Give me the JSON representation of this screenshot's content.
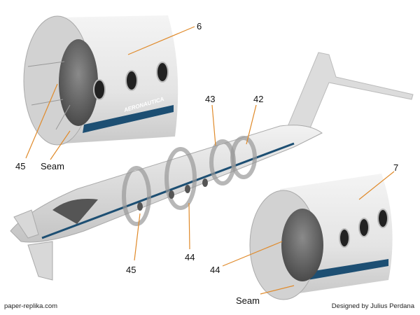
{
  "labels": {
    "part_6": "6",
    "part_45_top": "45",
    "seam_top": "Seam",
    "part_43": "43",
    "part_42": "42",
    "part_7": "7",
    "part_45_bottom": "45",
    "part_44_center": "44",
    "part_44_right": "44",
    "seam_bottom": "Seam"
  },
  "livery_text": "AERONAUTICA",
  "footer": {
    "website": "paper-replika.com",
    "credit": "Designed by Julius Perdana"
  },
  "colors": {
    "leader": "#e08a2a",
    "stripe": "#1d4f73",
    "body": "#e6e6e6"
  }
}
